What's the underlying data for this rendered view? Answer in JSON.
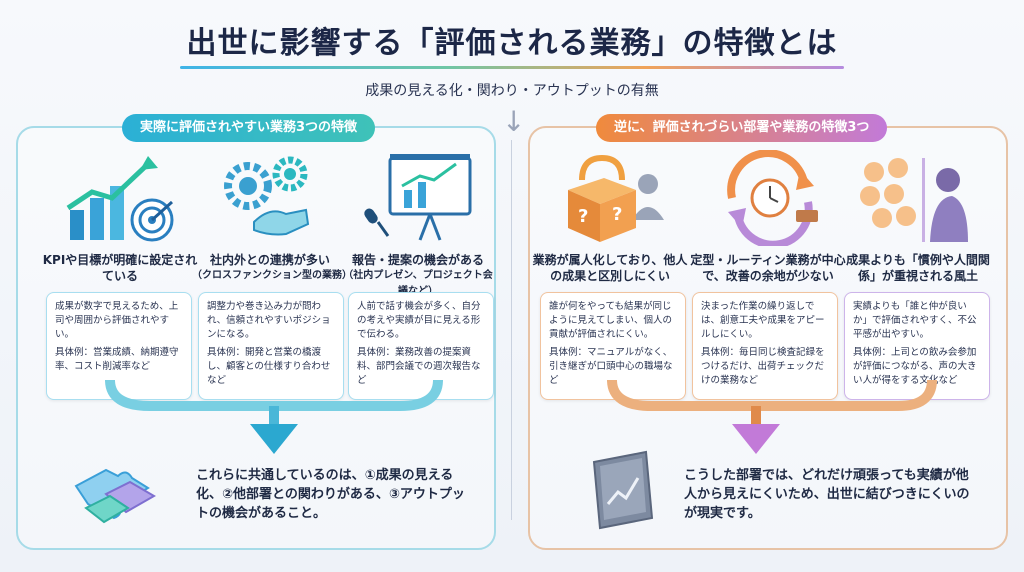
{
  "title": "出世に影響する「評価される業務」の特徴とは",
  "subtitle": "成果の見える化・関わり・アウトプットの有無",
  "left": {
    "header": "実際に評価されやすい業務3つの特徴",
    "items": [
      {
        "title": "KPIや目標が明確に設定されている",
        "sub": "",
        "body": "成果が数字で見えるため、上司や周囲から評価されやすい。",
        "example": "具体例：営業成績、納期遵守率、コスト削減率など"
      },
      {
        "title": "社内外との連携が多い",
        "sub": "（クロスファンクション型の業務）",
        "body": "調整力や巻き込み力が問われ、信頼されやすいポジションになる。",
        "example": "具体例：開発と営業の橋渡し、顧客との仕様すり合わせなど"
      },
      {
        "title": "報告・提案の機会がある",
        "sub": "（社内プレゼン、プロジェクト会議など）",
        "body": "人前で話す機会が多く、自分の考えや実績が目に見える形で伝わる。",
        "example": "具体例：業務改善の提案資料、部門会議での週次報告など"
      }
    ],
    "summary": "これらに共通しているのは、①成果の見える化、②他部署との関わりがある、③アウトプットの機会があること。"
  },
  "right": {
    "header": "逆に、評価されづらい部署や業務の特徴3つ",
    "items": [
      {
        "title": "業務が属人化しており、他人の成果と区別しにくい",
        "sub": "",
        "body": "誰が何をやっても結果が同じように見えてしまい、個人の貢献が評価されにくい。",
        "example": "具体例：マニュアルがなく、引き継ぎが口頭中心の職場など"
      },
      {
        "title": "定型・ルーティン業務が中心で、改善の余地が少ない",
        "sub": "",
        "body": "決まった作業の繰り返しでは、創意工夫や成果をアピールしにくい。",
        "example": "具体例：毎日同じ検査記録をつけるだけ、出荷チェックだけの業務など"
      },
      {
        "title": "成果よりも「慣例や人間関係」が重視される風土",
        "sub": "",
        "body": "実績よりも「誰と仲が良いか」で評価されやすく、不公平感が出やすい。",
        "example": "具体例：上司との飲み会参加が評価につながる、声の大きい人が得をする文化など"
      }
    ],
    "summary": "こうした部署では、どれだけ頑張っても実績が他人から見えにくいため、出世に結びつきにくいのが現実です。"
  },
  "colors": {
    "accent_blue": "#2bb0d6",
    "accent_orange": "#f08a3c",
    "accent_purple": "#b58be0"
  }
}
